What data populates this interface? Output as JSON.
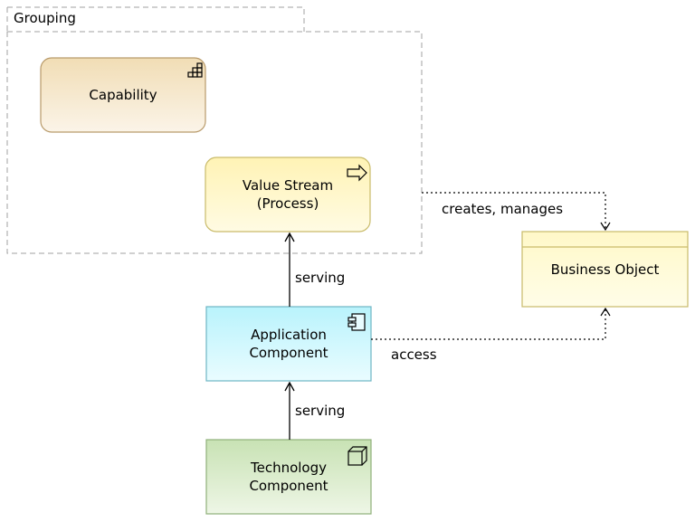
{
  "grouping": {
    "label": "Grouping"
  },
  "nodes": {
    "capability": {
      "label": "Capability",
      "icon": "capability-icon",
      "fill": "#f3e3c4"
    },
    "value_stream": {
      "label": "Value Stream\n(Process)",
      "icon": "value-stream-arrow-icon",
      "fill": "#fff6c2"
    },
    "business_object": {
      "label": "Business Object",
      "fill": "#fffbd0"
    },
    "application_component": {
      "label": "Application\nComponent",
      "icon": "component-icon",
      "fill": "#c6f8ff"
    },
    "technology_component": {
      "label": "Technology\nComponent",
      "icon": "node-cube-icon",
      "fill": "#d6eac4"
    }
  },
  "relations": {
    "creates_manages": {
      "label": "creates, manages"
    },
    "serving_top": {
      "label": "serving"
    },
    "access": {
      "label": "access"
    },
    "serving_bottom": {
      "label": "serving"
    }
  }
}
